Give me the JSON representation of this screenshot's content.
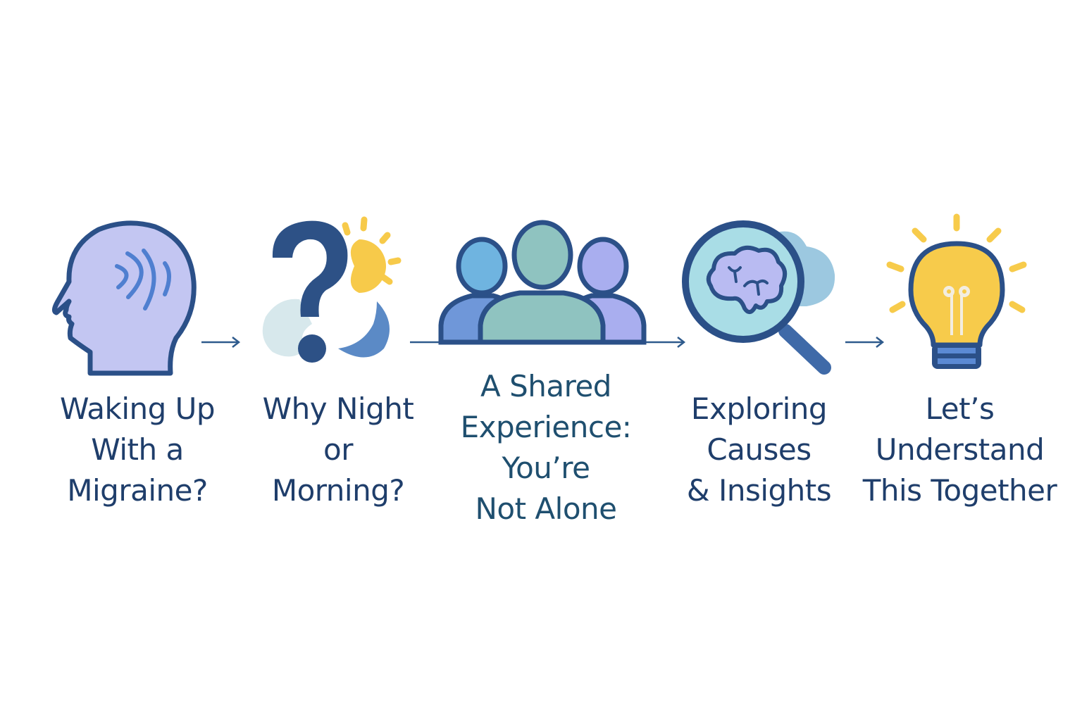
{
  "colors": {
    "text": "#1f3e6b",
    "outline": "#2b5088",
    "head_fill": "#c3c6f2",
    "wave": "#4f7fd0",
    "question": "#2d5186",
    "sun": "#f7ca4a",
    "moon": "#5b8ac6",
    "cloud_light": "#d7e8ec",
    "person_left": "#6fb4e0",
    "person_left_body": "#6f97d9",
    "person_center": "#8fc3c0",
    "person_right": "#a9aeef",
    "lens_fill": "#a9dde6",
    "brain": "#b9bbf2",
    "cloud_blue": "#9cc8e0",
    "handle": "#3f6aa8",
    "bulb": "#f7cb4b",
    "bulb_base": "#5b8ad4",
    "arrow": "#2e5a8c"
  },
  "steps": [
    {
      "icon": "head-with-waves-icon",
      "lines": [
        "Waking Up",
        "With a",
        "Migraine?"
      ]
    },
    {
      "icon": "question-sun-moon-icon",
      "lines": [
        "Why Night",
        "or",
        "Morning?"
      ]
    },
    {
      "icon": "group-of-people-icon",
      "lines": [
        "A Shared",
        "Experience:",
        "You’re",
        "Not Alone"
      ]
    },
    {
      "icon": "magnifier-brain-icon",
      "lines": [
        "Exploring",
        "Causes",
        "& Insights"
      ]
    },
    {
      "icon": "lightbulb-icon",
      "lines": [
        "Let’s",
        "Understand",
        "This Together"
      ]
    }
  ],
  "connectors": [
    {
      "from": 1,
      "to": 2,
      "type": "arrow"
    },
    {
      "from": 2,
      "to": 3,
      "type": "line"
    },
    {
      "from": 3,
      "to": 4,
      "type": "arrow"
    },
    {
      "from": 4,
      "to": 5,
      "type": "arrow"
    }
  ]
}
